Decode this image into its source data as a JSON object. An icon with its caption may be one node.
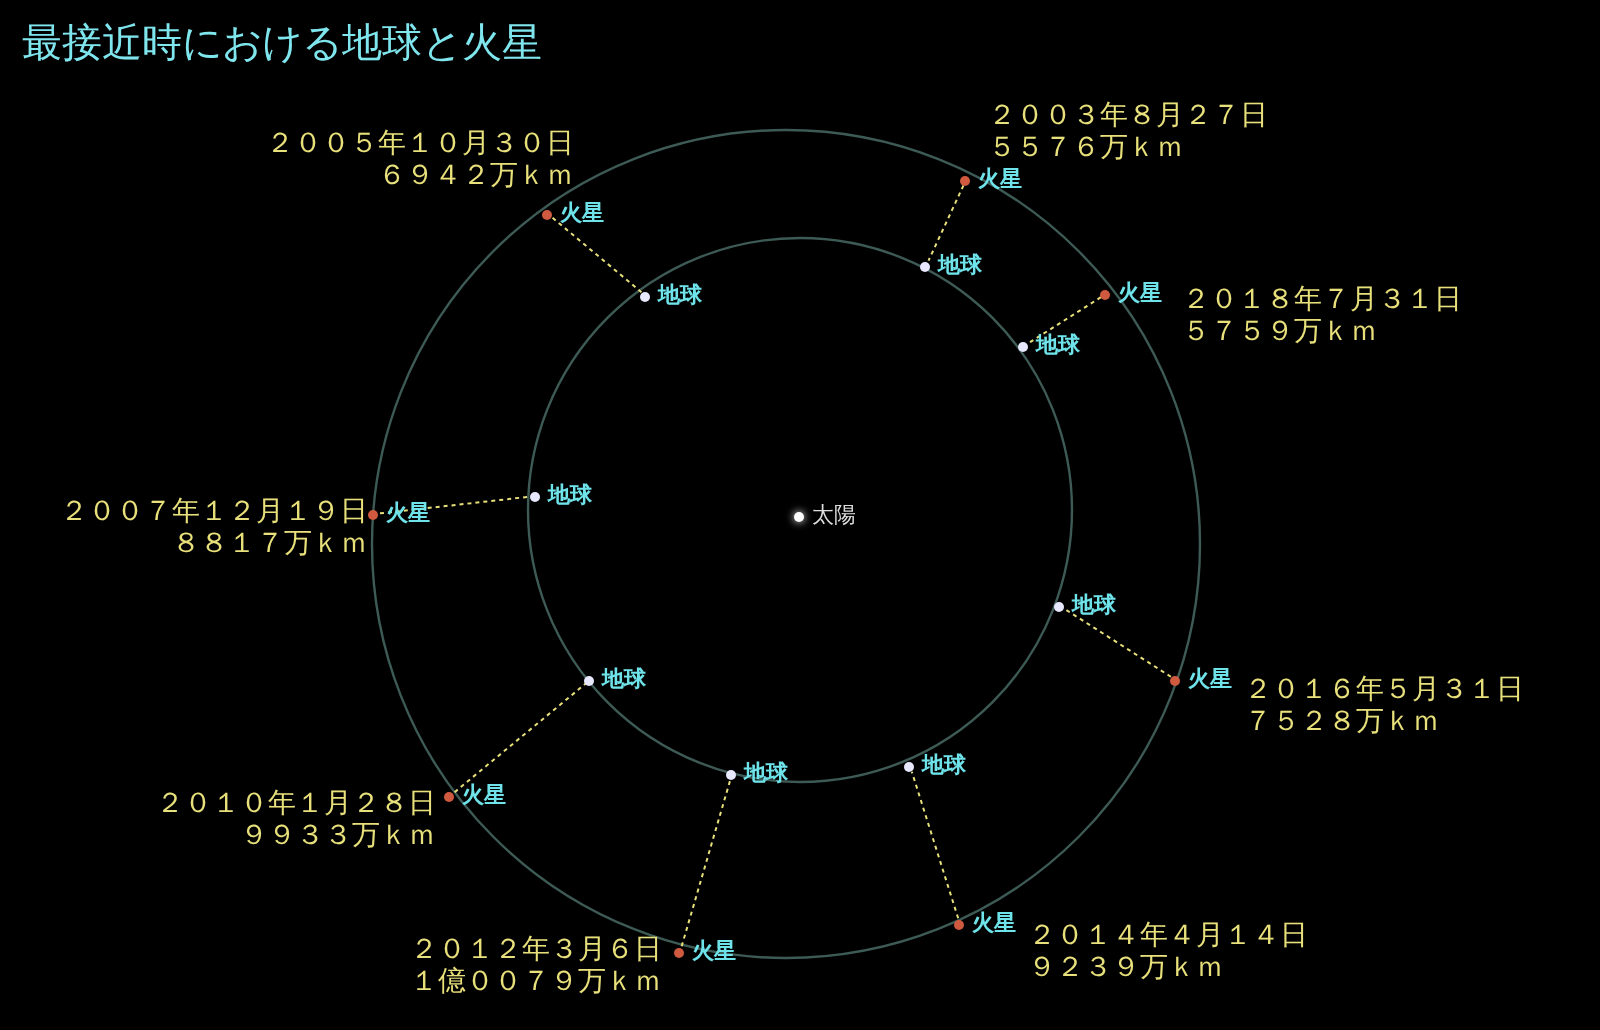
{
  "diagram": {
    "title": "最接近時における地球と火星",
    "nodes": [
      {
        "text": [
          "太陽"
        ]
      },
      {
        "text": [
          "火星"
        ],
        "beside": [
          "２００３年８月２７日",
          "５５７６万ｋｍ"
        ]
      },
      {
        "text": [
          "地球"
        ]
      },
      {
        "text": [
          "火星"
        ],
        "beside": [
          "２００５年１０月３０日",
          "６９４２万ｋｍ"
        ]
      },
      {
        "text": [
          "地球"
        ]
      },
      {
        "text": [
          "火星"
        ],
        "beside": [
          "２００７年１２月１９日",
          "８８１７万ｋｍ"
        ]
      },
      {
        "text": [
          "地球"
        ]
      },
      {
        "text": [
          "火星"
        ],
        "beside": [
          "２０１０年１月２８日",
          "９９３３万ｋｍ"
        ]
      },
      {
        "text": [
          "地球"
        ]
      },
      {
        "text": [
          "火星"
        ],
        "beside": [
          "２０１２年３月６日",
          "１億００７９万ｋｍ"
        ]
      },
      {
        "text": [
          "地球"
        ]
      },
      {
        "text": [
          "火星"
        ],
        "beside": [
          "２０１４年４月１４日",
          "９２３９万ｋｍ"
        ]
      },
      {
        "text": [
          "地球"
        ]
      },
      {
        "text": [
          "火星"
        ],
        "beside": [
          "２０１６年５月３１日",
          "７５２８万ｋｍ"
        ]
      },
      {
        "text": [
          "地球"
        ]
      },
      {
        "text": [
          "火星"
        ],
        "beside": [
          "２０１８年７月３１日",
          "５７５９万ｋｍ"
        ]
      },
      {
        "text": [
          "地球"
        ]
      }
    ],
    "edges": [
      {
        "from": 1,
        "to": 2,
        "arrow": "none",
        "style": "dashed"
      },
      {
        "from": 3,
        "to": 4,
        "arrow": "none",
        "style": "dashed"
      },
      {
        "from": 5,
        "to": 6,
        "arrow": "none",
        "style": "dashed"
      },
      {
        "from": 7,
        "to": 8,
        "arrow": "none",
        "style": "dashed"
      },
      {
        "from": 9,
        "to": 10,
        "arrow": "none",
        "style": "dashed"
      },
      {
        "from": 11,
        "to": 12,
        "arrow": "none",
        "style": "dashed"
      },
      {
        "from": 13,
        "to": 14,
        "arrow": "none",
        "style": "dashed"
      },
      {
        "from": 15,
        "to": 16,
        "arrow": "none",
        "style": "dashed"
      }
    ]
  }
}
